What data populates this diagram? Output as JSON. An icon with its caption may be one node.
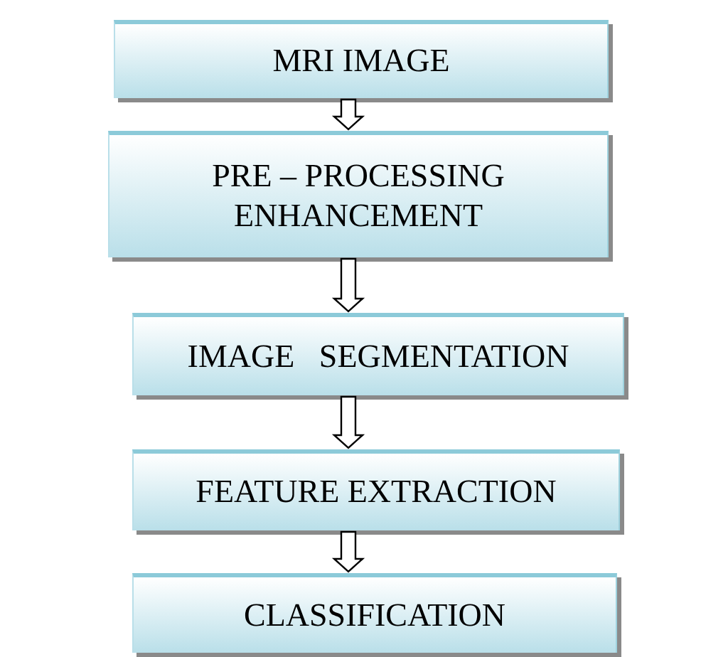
{
  "diagram": {
    "nodes": [
      {
        "text": [
          "MRI IMAGE"
        ]
      },
      {
        "text": [
          "PRE – PROCESSING ENHANCEMENT"
        ]
      },
      {
        "text": [
          "IMAGE   SEGMENTATION"
        ]
      },
      {
        "text": [
          "FEATURE EXTRACTION"
        ]
      },
      {
        "text": [
          "CLASSIFICATION"
        ]
      }
    ],
    "edges": [
      {
        "from": 0,
        "to": 1,
        "arrow": "to"
      },
      {
        "from": 1,
        "to": 2,
        "arrow": "to"
      },
      {
        "from": 2,
        "to": 3,
        "arrow": "to"
      },
      {
        "from": 3,
        "to": 4,
        "arrow": "to"
      }
    ]
  }
}
